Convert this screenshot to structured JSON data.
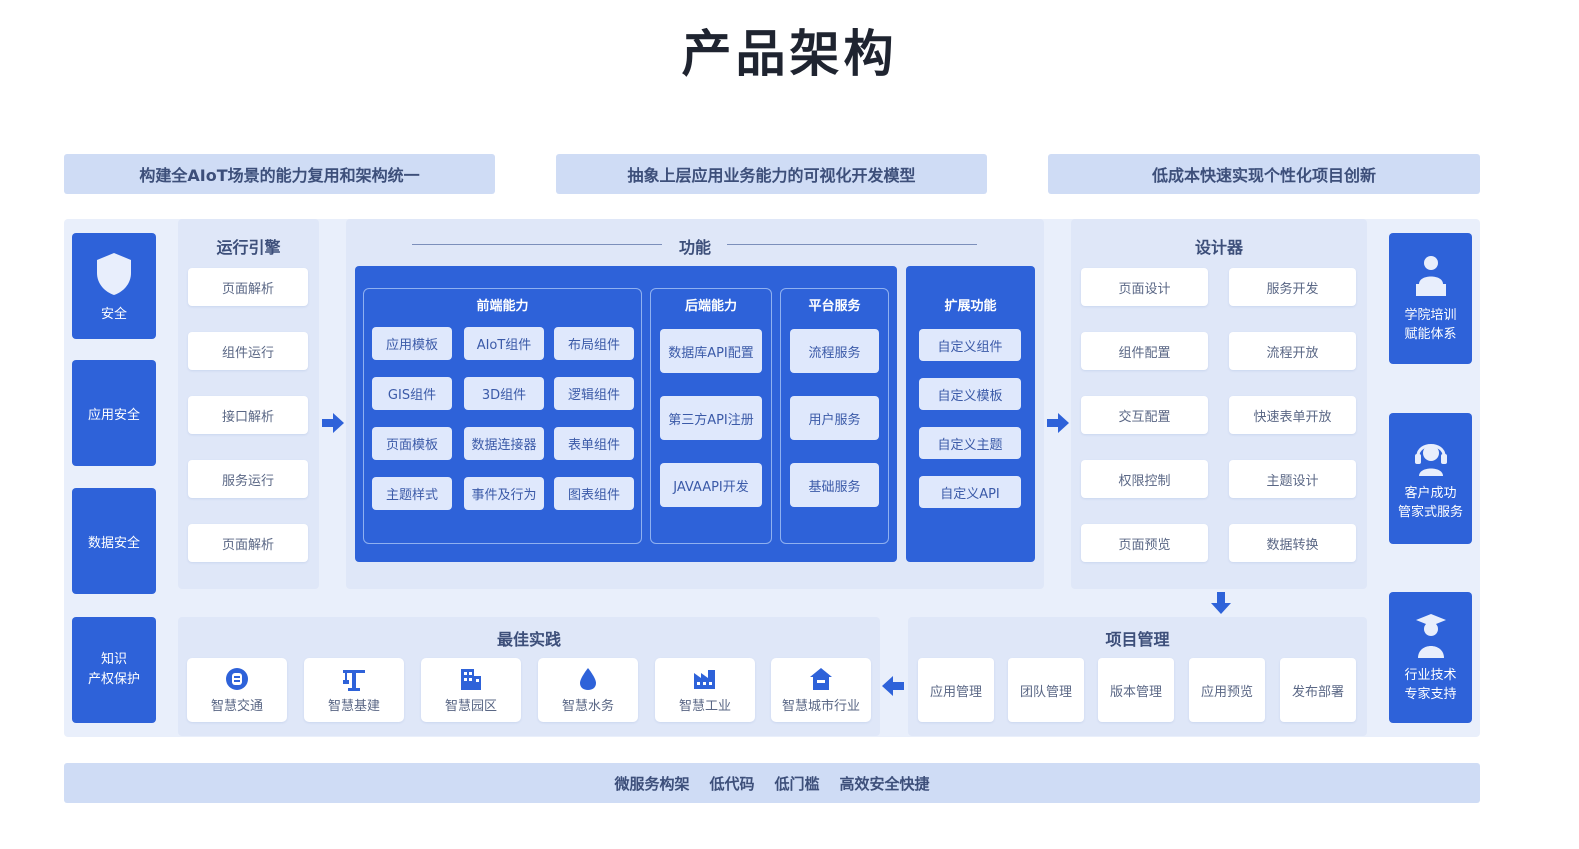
{
  "page_title": "产品架构",
  "banners": [
    "构建全AIoT场景的能力复用和架构统一",
    "抽象上层应用业务能力的可视化开发模型",
    "低成本快速实现个性化项目创新"
  ],
  "security": [
    {
      "label": "安全",
      "icon": "shield-icon"
    },
    {
      "label": "应用安全"
    },
    {
      "label": "数据安全"
    },
    {
      "label": "知识\n产权保护"
    }
  ],
  "runtime": {
    "title": "运行引擎",
    "items": [
      "页面解析",
      "组件运行",
      "接口解析",
      "服务运行",
      "页面解析"
    ]
  },
  "functions": {
    "title": "功能",
    "frontend": {
      "title": "前端能力",
      "items": [
        "应用模板",
        "AIoT组件",
        "布局组件",
        "GIS组件",
        "3D组件",
        "逻辑组件",
        "页面模板",
        "数据连接器",
        "表单组件",
        "主题样式",
        "事件及行为",
        "图表组件"
      ]
    },
    "backend": {
      "title": "后端能力",
      "items": [
        "数据库API配置",
        "第三方API注册",
        "JAVAAPI开发"
      ]
    },
    "platform": {
      "title": "平台服务",
      "items": [
        "流程服务",
        "用户服务",
        "基础服务"
      ]
    },
    "extension": {
      "title": "扩展功能",
      "items": [
        "自定义组件",
        "自定义模板",
        "自定义主题",
        "自定义API"
      ]
    }
  },
  "designer": {
    "title": "设计器",
    "items": [
      "页面设计",
      "服务开发",
      "组件配置",
      "流程开放",
      "交互配置",
      "快速表单开放",
      "权限控制",
      "主题设计",
      "页面预览",
      "数据转换"
    ]
  },
  "support": [
    {
      "label": "学院培训\n赋能体系",
      "icon": "trainer-icon"
    },
    {
      "label": "客户成功\n管家式服务",
      "icon": "headset-icon"
    },
    {
      "label": "行业技术\n专家支持",
      "icon": "expert-icon"
    }
  ],
  "best_practice": {
    "title": "最佳实践",
    "items": [
      {
        "label": "智慧交通",
        "icon": "traffic-icon"
      },
      {
        "label": "智慧基建",
        "icon": "crane-icon"
      },
      {
        "label": "智慧园区",
        "icon": "building-icon"
      },
      {
        "label": "智慧水务",
        "icon": "water-drop-icon"
      },
      {
        "label": "智慧工业",
        "icon": "factory-icon"
      },
      {
        "label": "智慧城市行业",
        "icon": "house-icon"
      }
    ]
  },
  "project_mgmt": {
    "title": "项目管理",
    "items": [
      "应用管理",
      "团队管理",
      "版本管理",
      "应用预览",
      "发布部署"
    ]
  },
  "footer": [
    "微服务构架",
    "低代码",
    "低门槛",
    "高效安全快捷"
  ],
  "colors": {
    "accent": "#2e62d9",
    "panel": "#dfe7f8",
    "banner": "#cfdcf5"
  }
}
